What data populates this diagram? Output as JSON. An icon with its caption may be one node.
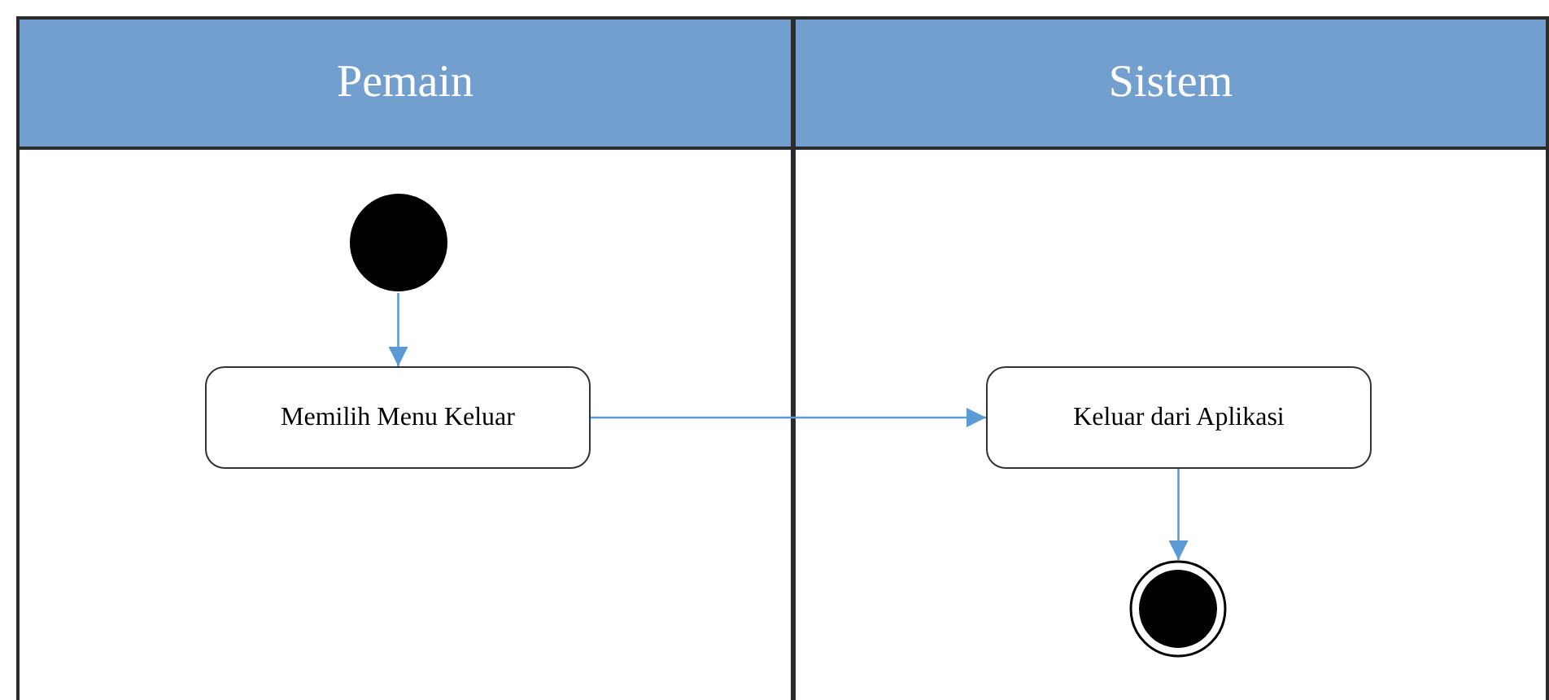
{
  "diagram": {
    "nodes": [
      {
        "text": [
          "Pemain"
        ]
      },
      {
        "text": [
          "Sistem"
        ]
      },
      {
        "text": [],
        "shape": "circle",
        "in": 0
      },
      {
        "text": [
          "Memilih Menu Keluar"
        ],
        "in": 0
      },
      {
        "text": [
          "Keluar dari Aplikasi"
        ],
        "in": 1
      },
      {
        "text": [],
        "shape": "bullseye",
        "in": 1
      }
    ],
    "edges": [
      {
        "from": 2,
        "to": 3,
        "arrow": "to"
      },
      {
        "from": 3,
        "to": 4,
        "arrow": "to"
      },
      {
        "from": 4,
        "to": 5,
        "arrow": "to"
      }
    ]
  }
}
